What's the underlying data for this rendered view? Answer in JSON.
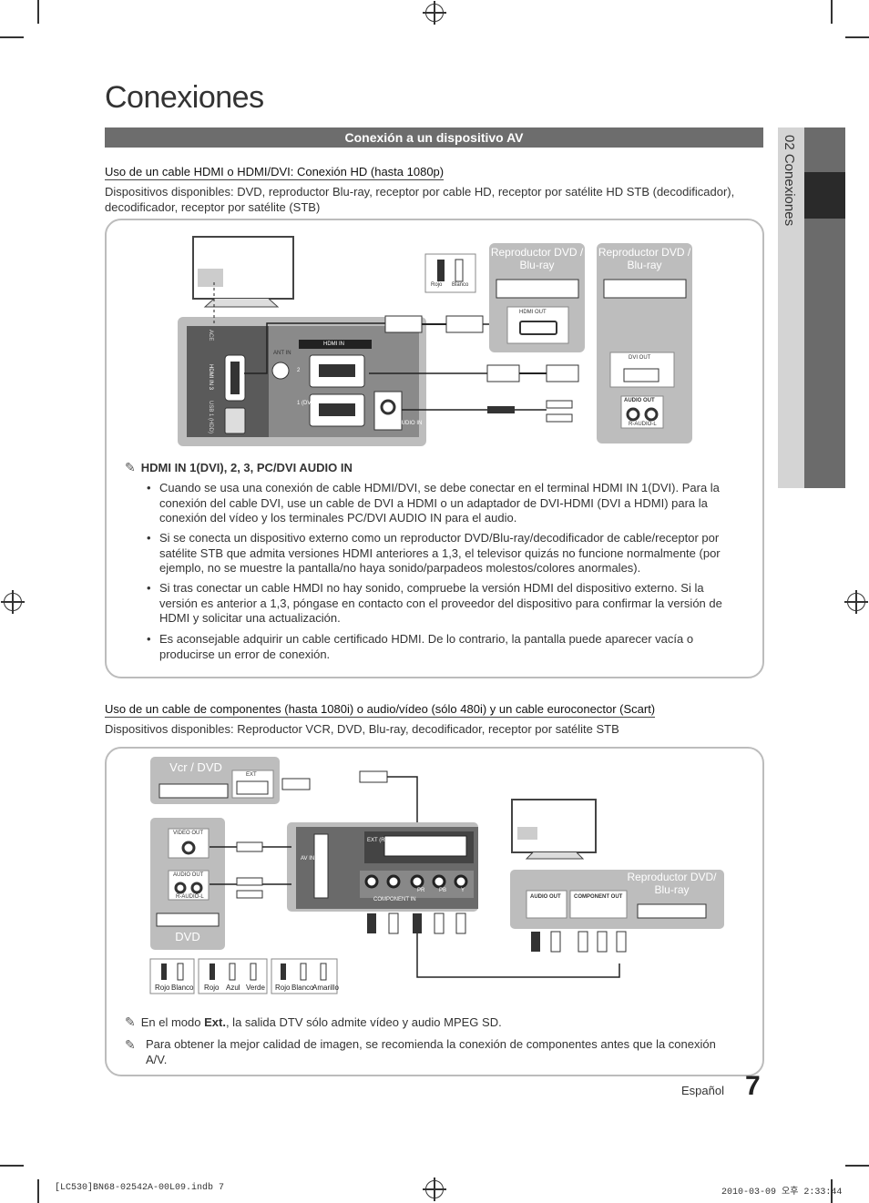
{
  "page": {
    "title": "Conexiones",
    "section_bar": "Conexión a un dispositivo AV",
    "side_tab": "02 Conexiones",
    "language": "Español",
    "page_number": "7"
  },
  "hdmi": {
    "heading": "Uso de un cable HDMI o HDMI/DVI: Conexión HD (hasta 1080p)",
    "devices": "Dispositivos disponibles: DVD, reproductor Blu-ray, receptor por cable HD, receptor por satélite HD STB (decodificador), decodificador, receptor por satélite (STB)",
    "diagram": {
      "device1": "Reproductor DVD / Blu-ray",
      "device2": "Reproductor DVD / Blu-ray",
      "hdmi_out": "HDMI OUT",
      "dvi_out": "DVI OUT",
      "audio_out": "AUDIO OUT",
      "r_audio_l": "R-AUDIO-L",
      "rojo": "Rojo",
      "blanco": "Blanco",
      "hdmi_in": "HDMI IN",
      "ant_in": "ANT IN",
      "hdmi_in_3": "HDMI IN 3",
      "usb": "USB 1 (HDD)",
      "pc_dvi_audio_in": "PC / DVI AUDIO IN",
      "port_2": "2",
      "port_1_dvi": "1 (DVI)",
      "interface": "ACE"
    },
    "note_title": "HDMI IN 1(DVI), 2, 3, PC/DVI AUDIO IN",
    "bullets": [
      "Cuando se usa una conexión de cable HDMI/DVI, se debe conectar en el terminal HDMI IN 1(DVI). Para la conexión del cable DVI, use un cable de DVI a HDMI o un adaptador de DVI-HDMI (DVI a HDMI) para la conexión del vídeo y los terminales PC/DVI AUDIO IN para el audio.",
      "Si se conecta un dispositivo externo como un reproductor DVD/Blu-ray/decodificador de cable/receptor por satélite STB que admita versiones HDMI anteriores a 1,3, el televisor quizás no funcione normalmente (por ejemplo, no se muestre la pantalla/no haya sonido/parpadeos molestos/colores anormales).",
      "Si tras conectar un cable HMDI no hay sonido, compruebe la versión HDMI del dispositivo externo. Si la versión es anterior a 1,3, póngase en contacto con el proveedor del dispositivo para confirmar la versión de HDMI y solicitar una actualización.",
      "Es aconsejable adquirir un cable certificado HDMI. De lo contrario, la pantalla puede aparecer vacía o producirse un error de conexión."
    ]
  },
  "component": {
    "heading": "Uso de un cable de componentes (hasta 1080i) o audio/vídeo (sólo 480i) y un cable euroconector (Scart)",
    "devices": "Dispositivos disponibles: Reproductor VCR, DVD, Blu-ray, decodificador, receptor por satélite STB",
    "diagram": {
      "vcr_dvd": "Vcr / DVD",
      "ext": "EXT",
      "dvd": "DVD",
      "video_out": "VIDEO OUT",
      "audio_out": "AUDIO OUT",
      "r_audio_l": "R-AUDIO-L",
      "player": "Reproductor DVD/ Blu-ray",
      "component_out": "COMPONENT OUT",
      "component_in": "COMPONENT IN",
      "ext_rgb": "EXT (RGB)",
      "av_in": "AV IN",
      "pr": "PR",
      "pb": "PB",
      "y": "Y",
      "c1": "Rojo",
      "c2": "Blanco",
      "c3": "Rojo",
      "c4": "Azul",
      "c5": "Verde",
      "c6": "Rojo",
      "c7": "Blanco",
      "c8": "Amarillo"
    },
    "note1_pre": "En el modo ",
    "note1_bold": "Ext.",
    "note1_post": ", la salida DTV sólo admite vídeo y audio MPEG SD.",
    "note2": "Para obtener la mejor calidad de imagen, se recomienda la conexión de componentes antes que la conexión A/V."
  },
  "footer": {
    "file": "[LC530]BN68-02542A-00L09.indb   7",
    "date": "2010-03-09   오후 2:33:44"
  }
}
